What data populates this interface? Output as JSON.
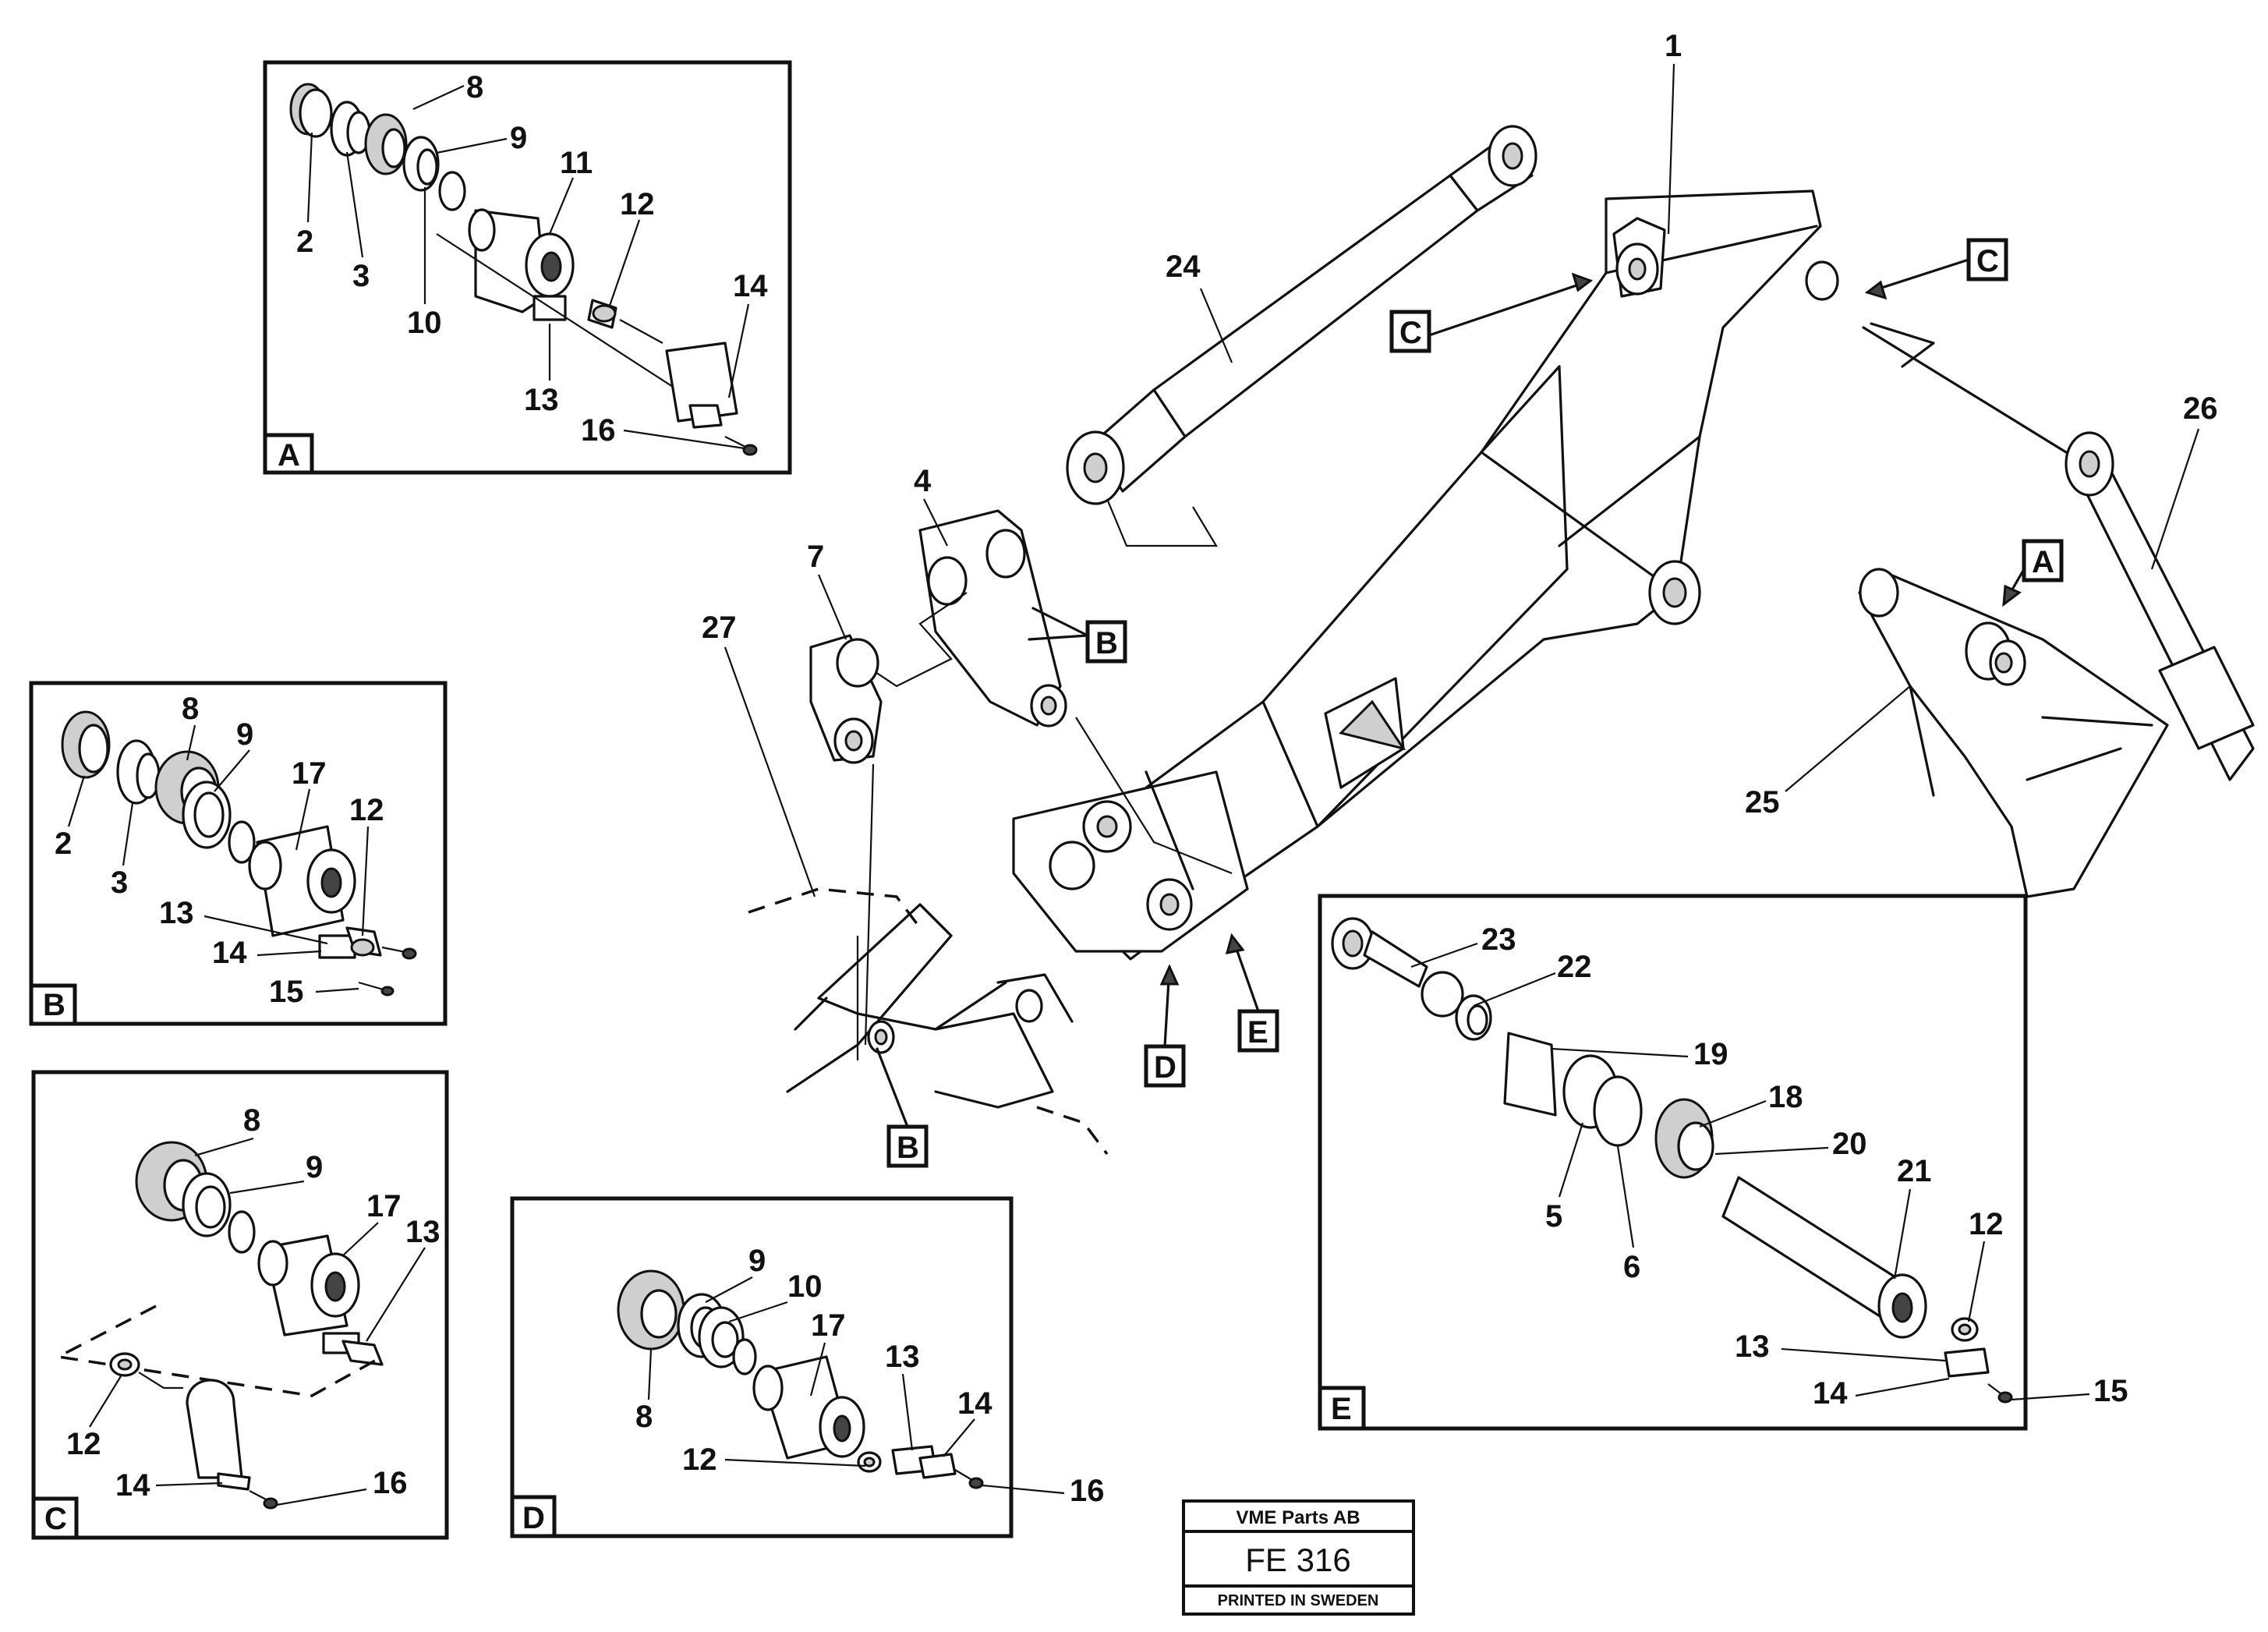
{
  "detail_boxes": {
    "A": {
      "tag": "A",
      "callouts": [
        {
          "id": "a-8",
          "text": "8"
        },
        {
          "id": "a-9",
          "text": "9"
        },
        {
          "id": "a-11",
          "text": "11"
        },
        {
          "id": "a-2",
          "text": "2"
        },
        {
          "id": "a-3",
          "text": "3"
        },
        {
          "id": "a-10",
          "text": "10"
        },
        {
          "id": "a-12",
          "text": "12"
        },
        {
          "id": "a-14",
          "text": "14"
        },
        {
          "id": "a-13",
          "text": "13"
        },
        {
          "id": "a-16",
          "text": "16"
        }
      ]
    },
    "B": {
      "tag": "B",
      "callouts": [
        {
          "id": "b-8",
          "text": "8"
        },
        {
          "id": "b-9",
          "text": "9"
        },
        {
          "id": "b-17",
          "text": "17"
        },
        {
          "id": "b-2",
          "text": "2"
        },
        {
          "id": "b-3",
          "text": "3"
        },
        {
          "id": "b-12",
          "text": "12"
        },
        {
          "id": "b-13",
          "text": "13"
        },
        {
          "id": "b-14",
          "text": "14"
        },
        {
          "id": "b-15",
          "text": "15"
        }
      ]
    },
    "C": {
      "tag": "C",
      "callouts": [
        {
          "id": "c-8",
          "text": "8"
        },
        {
          "id": "c-9",
          "text": "9"
        },
        {
          "id": "c-17",
          "text": "17"
        },
        {
          "id": "c-13",
          "text": "13"
        },
        {
          "id": "c-12",
          "text": "12"
        },
        {
          "id": "c-14",
          "text": "14"
        },
        {
          "id": "c-16",
          "text": "16"
        }
      ]
    },
    "D": {
      "tag": "D",
      "callouts": [
        {
          "id": "d-9",
          "text": "9"
        },
        {
          "id": "d-10",
          "text": "10"
        },
        {
          "id": "d-17",
          "text": "17"
        },
        {
          "id": "d-13",
          "text": "13"
        },
        {
          "id": "d-14",
          "text": "14"
        },
        {
          "id": "d-8",
          "text": "8"
        },
        {
          "id": "d-12",
          "text": "12"
        },
        {
          "id": "d-16",
          "text": "16"
        }
      ]
    },
    "E": {
      "tag": "E",
      "callouts": [
        {
          "id": "e-23",
          "text": "23"
        },
        {
          "id": "e-22",
          "text": "22"
        },
        {
          "id": "e-19",
          "text": "19"
        },
        {
          "id": "e-18",
          "text": "18"
        },
        {
          "id": "e-20",
          "text": "20"
        },
        {
          "id": "e-21",
          "text": "21"
        },
        {
          "id": "e-5",
          "text": "5"
        },
        {
          "id": "e-6",
          "text": "6"
        },
        {
          "id": "e-12",
          "text": "12"
        },
        {
          "id": "e-13",
          "text": "13"
        },
        {
          "id": "e-14",
          "text": "14"
        },
        {
          "id": "e-15",
          "text": "15"
        }
      ]
    }
  },
  "main_view": {
    "callouts": [
      {
        "id": "m-1",
        "text": "1"
      },
      {
        "id": "m-24",
        "text": "24"
      },
      {
        "id": "m-26",
        "text": "26"
      },
      {
        "id": "m-4",
        "text": "4"
      },
      {
        "id": "m-7",
        "text": "7"
      },
      {
        "id": "m-27",
        "text": "27"
      },
      {
        "id": "m-25",
        "text": "25"
      }
    ],
    "ref_tags": [
      {
        "id": "ref-c-left",
        "text": "C"
      },
      {
        "id": "ref-c-right",
        "text": "C"
      },
      {
        "id": "ref-b-upper",
        "text": "B"
      },
      {
        "id": "ref-a",
        "text": "A"
      },
      {
        "id": "ref-b-lower",
        "text": "B"
      },
      {
        "id": "ref-d",
        "text": "D"
      },
      {
        "id": "ref-e",
        "text": "E"
      }
    ]
  },
  "title_block": {
    "company": "VME Parts AB",
    "code": "FE 316",
    "printed": "PRINTED IN SWEDEN"
  }
}
